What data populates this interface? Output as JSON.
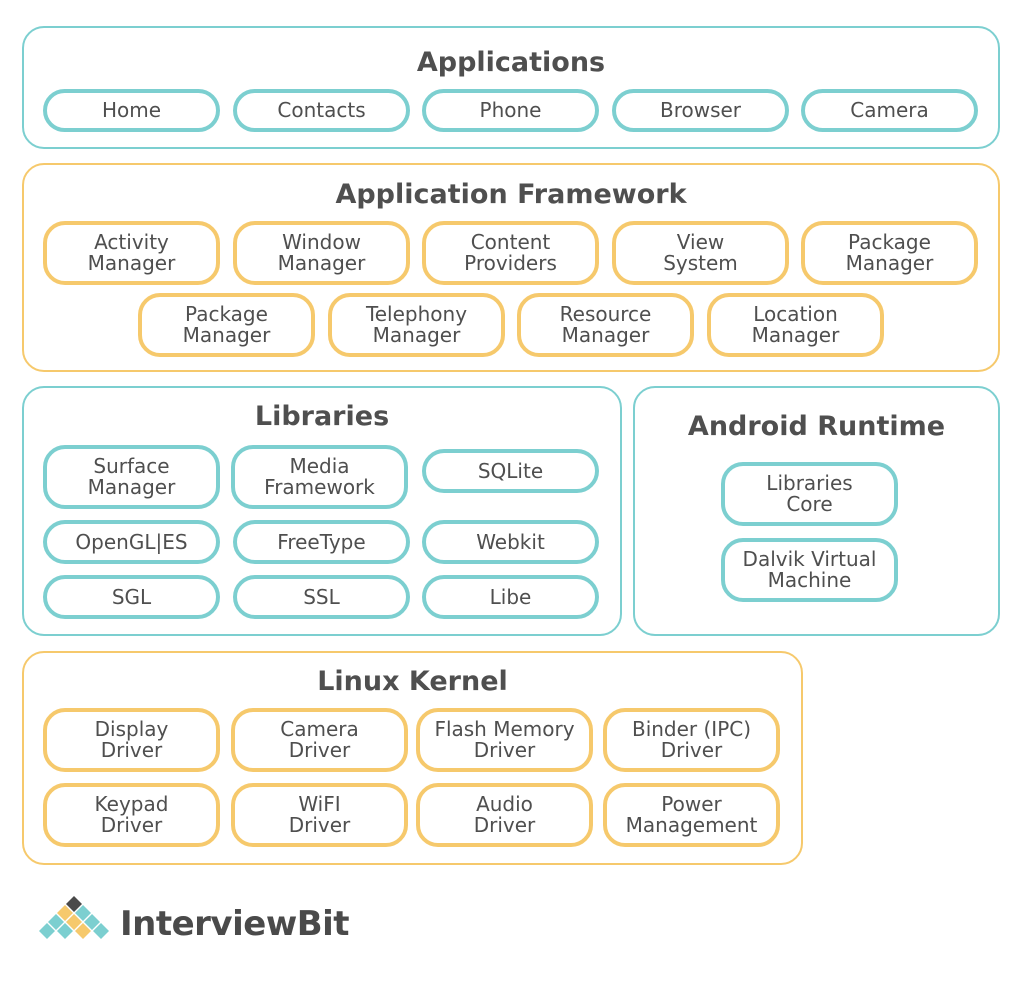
{
  "applications": {
    "title": "Applications",
    "items": [
      "Home",
      "Contacts",
      "Phone",
      "Browser",
      "Camera"
    ]
  },
  "framework": {
    "title": "Application Framework",
    "row1": [
      "Activity\nManager",
      "Window\nManager",
      "Content\nProviders",
      "View\nSystem",
      "Package\nManager"
    ],
    "row2": [
      "Package\nManager",
      "Telephony\nManager",
      "Resource\nManager",
      "Location\nManager"
    ]
  },
  "libraries": {
    "title": "Libraries",
    "items": [
      "Surface\nManager",
      "Media\nFramework",
      "SQLite",
      "OpenGL|ES",
      "FreeType",
      "Webkit",
      "SGL",
      "SSL",
      "Libe"
    ]
  },
  "runtime": {
    "title": "Android Runtime",
    "items": [
      "Libraries\nCore",
      "Dalvik Virtual\nMachine"
    ]
  },
  "kernel": {
    "title": "Linux Kernel",
    "items": [
      "Display\nDriver",
      "Camera\nDriver",
      "Flash Memory\nDriver",
      "Binder (IPC)\nDriver",
      "Keypad\nDriver",
      "WiFI\nDriver",
      "Audio\nDriver",
      "Power\nManagement"
    ]
  },
  "logo": {
    "brand": "InterviewBit",
    "colors": {
      "teal": "#7ccfd0",
      "orange": "#f6c96c",
      "dark": "#4a4a4a"
    }
  }
}
